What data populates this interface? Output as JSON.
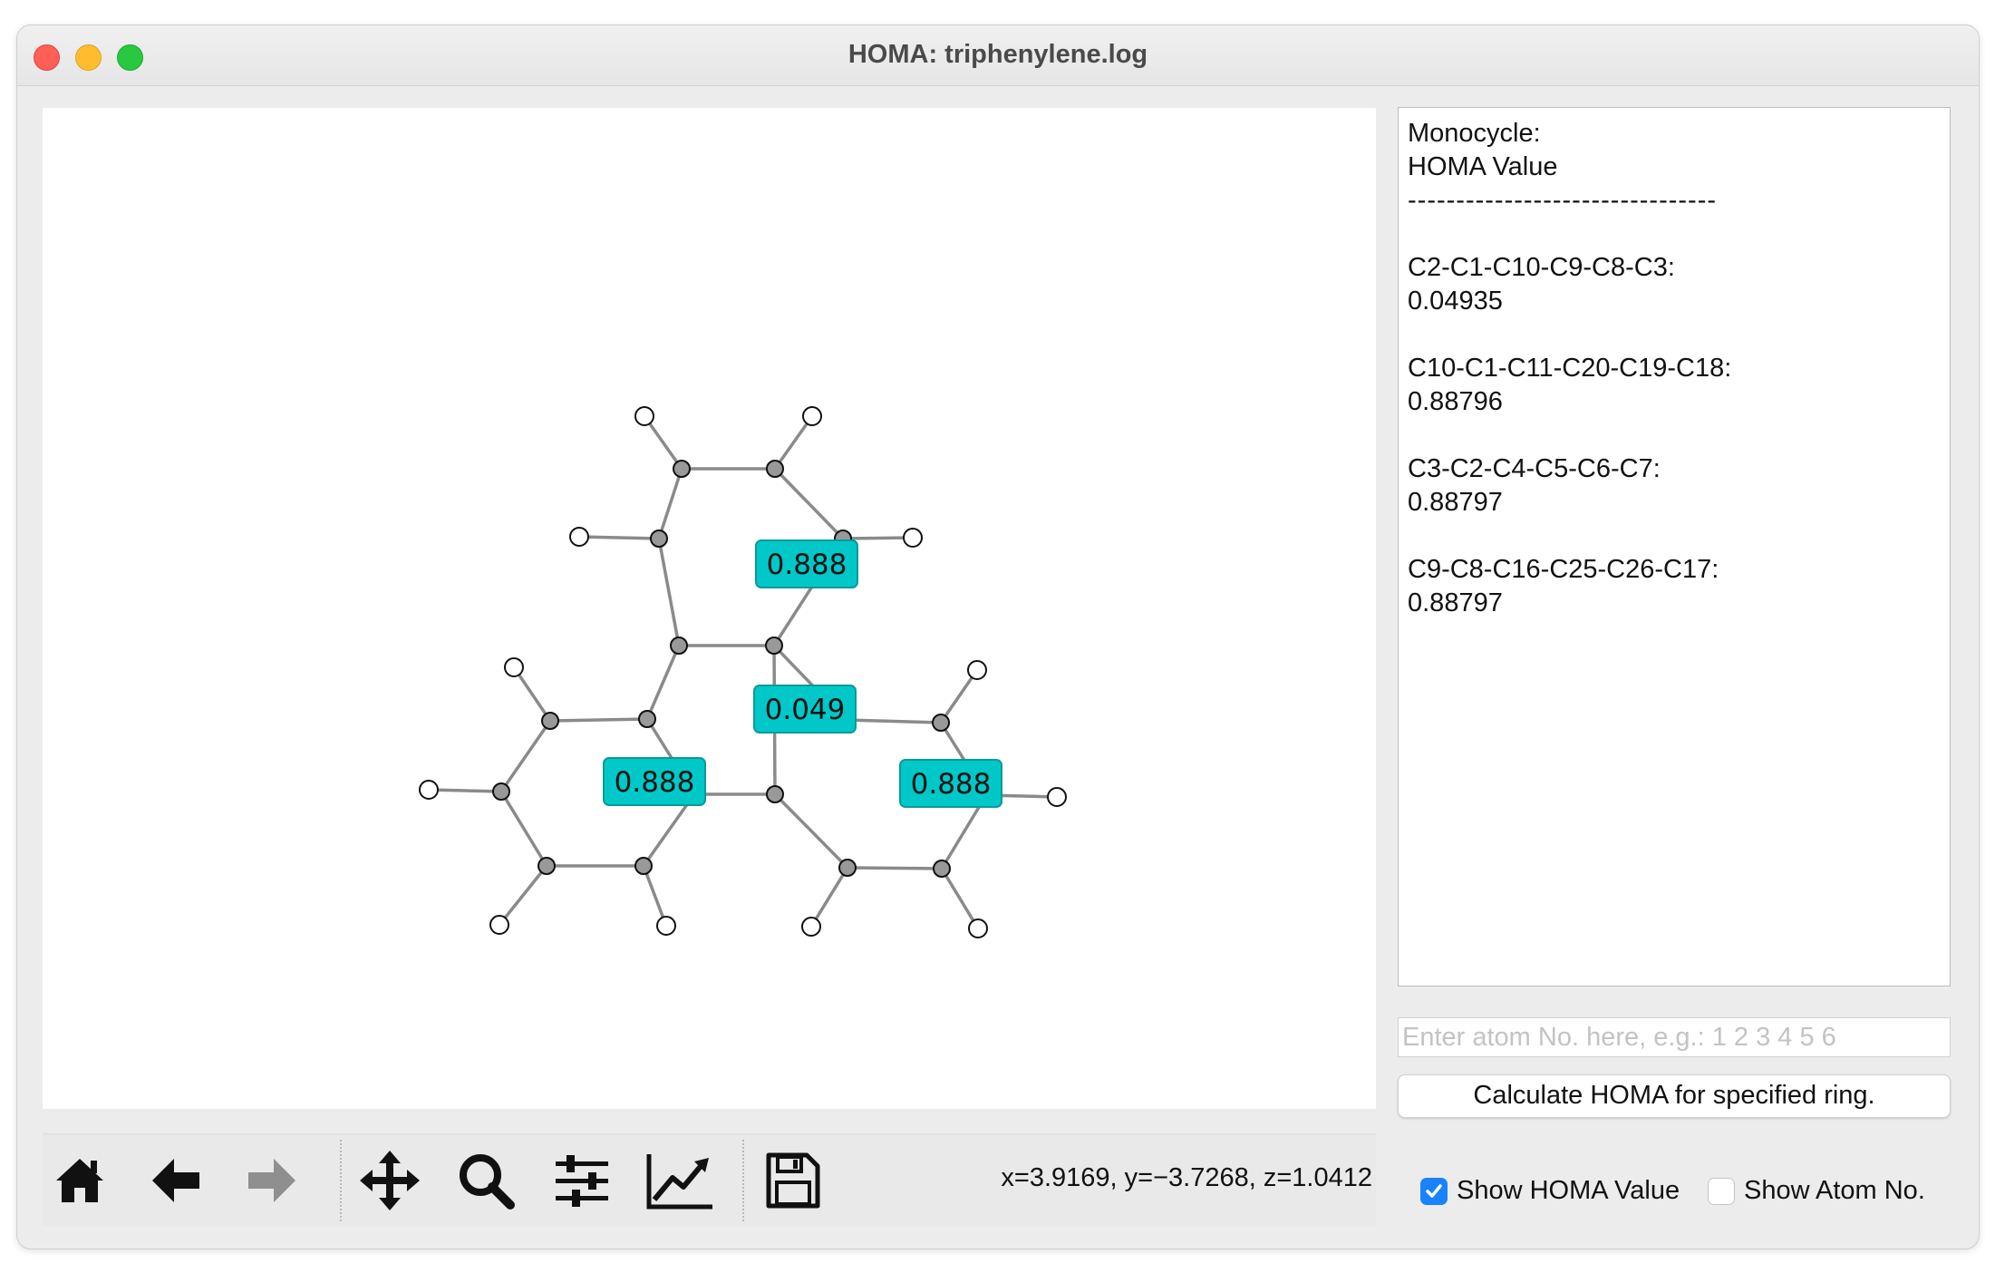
{
  "window": {
    "title": "HOMA: triphenylene.log"
  },
  "toolbar": {
    "tools": [
      "home-icon",
      "back-arrow-icon",
      "forward-arrow-icon",
      "pan-icon",
      "zoom-icon",
      "configure-subplots-icon",
      "edit-axis-icon",
      "save-icon"
    ],
    "coords": "x=3.9169, y=−3.7268, z=1.0412"
  },
  "molecule": {
    "labels": [
      "0.888",
      "0.049",
      "0.888",
      "0.888"
    ],
    "label_color": "#00c8c8",
    "carbon_color": "#999999",
    "hydrogen_color": "#ffffff"
  },
  "results": {
    "header1": "Monocycle:",
    "header2": "HOMA Value",
    "separator": "--------------------------------",
    "rings": [
      {
        "name": "C2-C1-C10-C9-C8-C3:",
        "value": "0.04935"
      },
      {
        "name": "C10-C1-C11-C20-C19-C18:",
        "value": "0.88796"
      },
      {
        "name": "C3-C2-C4-C5-C6-C7:",
        "value": "0.88797"
      },
      {
        "name": "C9-C8-C16-C25-C26-C17:",
        "value": "0.88797"
      }
    ]
  },
  "input": {
    "placeholder": "Enter atom No. here, e.g.: 1 2 3 4 5 6",
    "value": ""
  },
  "calculate_button": "Calculate HOMA for specified ring.",
  "checkboxes": {
    "show_homa": {
      "label": "Show HOMA Value",
      "checked": true
    },
    "show_atom_no": {
      "label": "Show Atom No.",
      "checked": false
    }
  },
  "accent_color": "#1a82fb"
}
